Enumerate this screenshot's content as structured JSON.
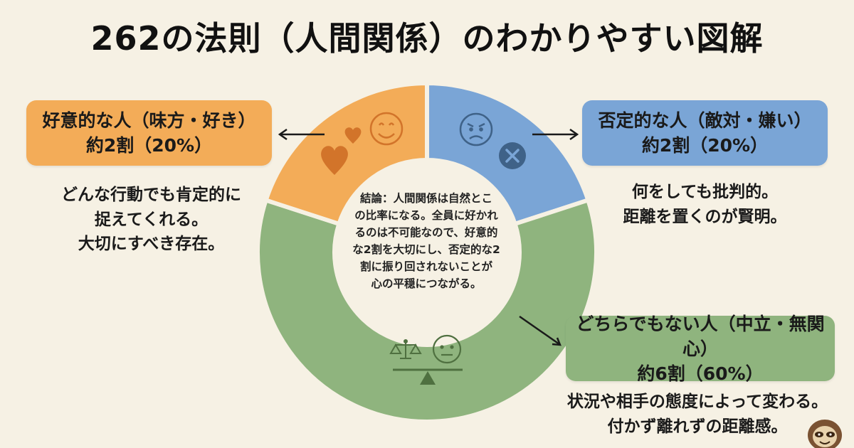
{
  "title": "262の法則（人間関係）のわかりやすい図解",
  "segments": {
    "favorable": {
      "label": "好意的な人（味方・好き）",
      "share": "約2割（20%）",
      "value": 20,
      "color": "#f3ac58",
      "description": [
        "どんな行動でも肯定的に",
        "捉えてくれる。",
        "大切にすべき存在。"
      ],
      "icons": [
        "heart-icon",
        "smile-face-icon"
      ]
    },
    "negative": {
      "label": "否定的な人（敵対・嫌い）",
      "share": "約2割（20%）",
      "value": 20,
      "color": "#7aa5d6",
      "description": [
        "何をしても批判的。",
        "距離を置くのが賢明。"
      ],
      "icons": [
        "angry-face-icon",
        "cross-circle-icon"
      ]
    },
    "neutral": {
      "label": "どちらでもない人（中立・無関心）",
      "share": "約6割（60%）",
      "value": 60,
      "color": "#8fb47e",
      "description": [
        "状況や相手の態度によって変わる。",
        "付かず離れずの距離感。"
      ],
      "icons": [
        "scale-icon",
        "neutral-face-icon",
        "balance-icon"
      ]
    }
  },
  "conclusion": [
    "結論：人間関係は自然とこ",
    "の比率になる。全員に好かれ",
    "るのは不可能なので、好意的",
    "な2割を大切にし、否定的な2",
    "割に振り回されないことが",
    "心の平穏につながる。"
  ]
}
